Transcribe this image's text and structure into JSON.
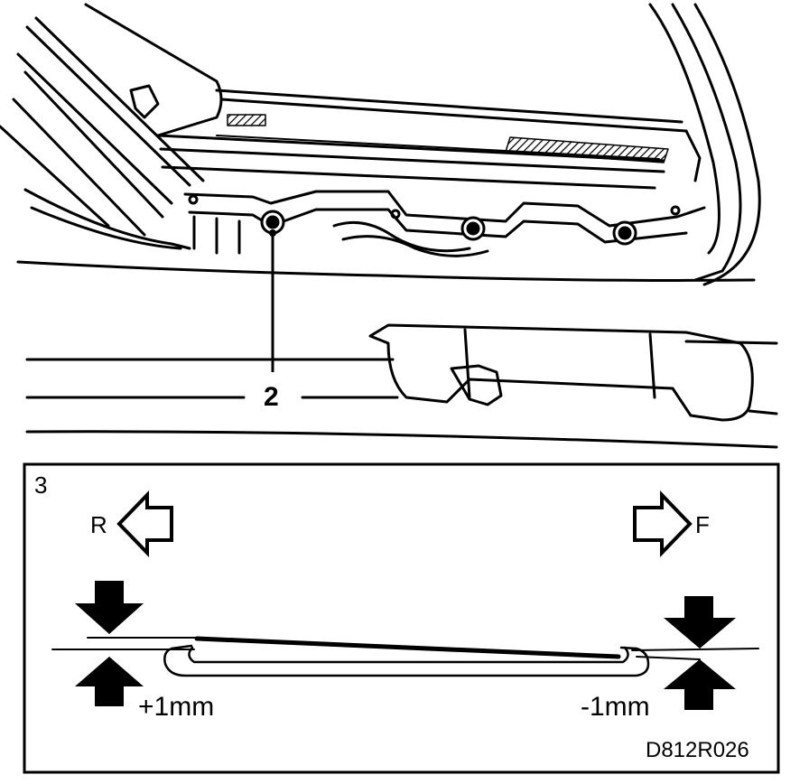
{
  "figure": {
    "callout_2": "2",
    "detail_view": {
      "number": "3",
      "rear_label": "R",
      "front_label": "F",
      "rear_adjustment": "+1mm",
      "front_adjustment": "-1mm"
    },
    "figure_code": "D812R026"
  },
  "colors": {
    "ink": "#000000",
    "paper": "#ffffff",
    "hatch": "#555555"
  }
}
